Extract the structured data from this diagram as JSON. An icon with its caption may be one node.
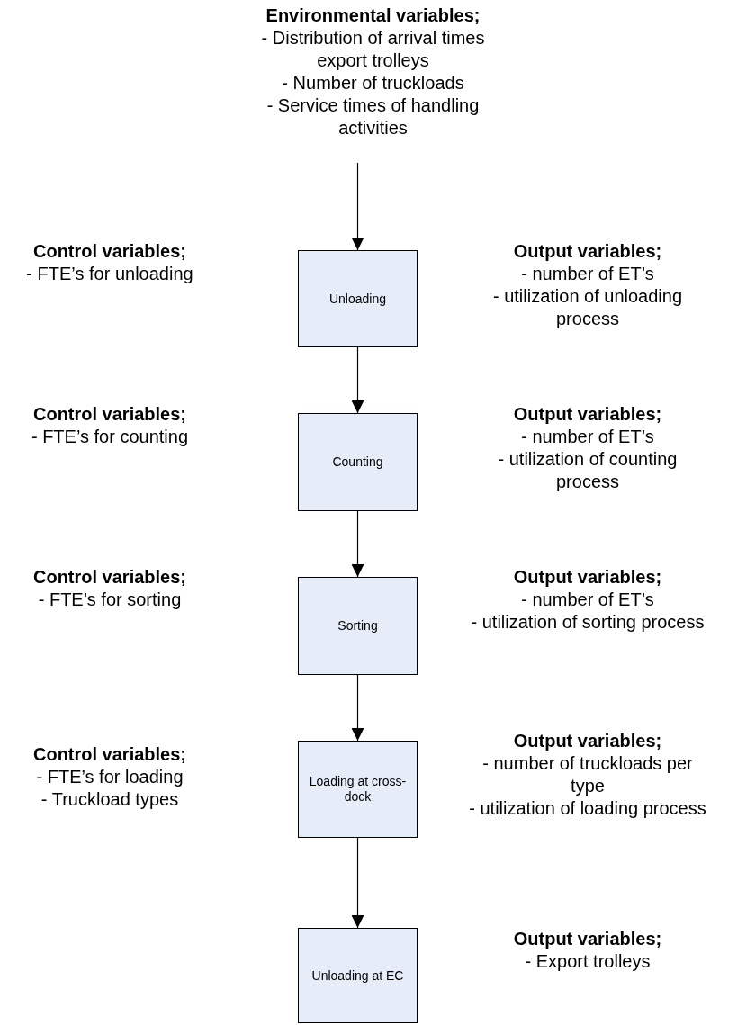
{
  "diagram": {
    "nodes": [
      {
        "text": [
          "Environmental variables;",
          "- Distribution of arrival times export trolleys",
          "- Number of truckloads",
          "- Service times of handling activities"
        ]
      },
      {
        "text": [
          "Unloading"
        ]
      },
      {
        "text": [
          "Counting"
        ]
      },
      {
        "text": [
          "Sorting"
        ]
      },
      {
        "text": [
          "Loading at cross-dock"
        ]
      },
      {
        "text": [
          "Unloading at EC"
        ]
      }
    ],
    "edges": [
      {
        "from": 0,
        "to": 1,
        "arrow": "to"
      },
      {
        "from": 1,
        "to": 2,
        "arrow": "to"
      },
      {
        "from": 2,
        "to": 3,
        "arrow": "to"
      },
      {
        "from": 3,
        "to": 4,
        "arrow": "to"
      },
      {
        "from": 4,
        "to": 5,
        "arrow": "to"
      }
    ],
    "labels": [
      "Control variables;",
      "- FTE’s for unloading",
      "Output variables;",
      "- number of ET’s",
      "- utilization of unloading process",
      "Control variables;",
      "- FTE’s for counting",
      "Output variables;",
      "- number of ET’s",
      "- utilization of counting process",
      "Control variables;",
      "- FTE’s for sorting",
      "Output variables;",
      "- number of ET’s",
      "- utilization of sorting process",
      "Control variables;",
      "- FTE’s for loading",
      "- Truckload types",
      "Output variables;",
      "- number of truckloads per type",
      "- utilization of loading process",
      "Output variables;",
      "- Export trolleys"
    ]
  }
}
